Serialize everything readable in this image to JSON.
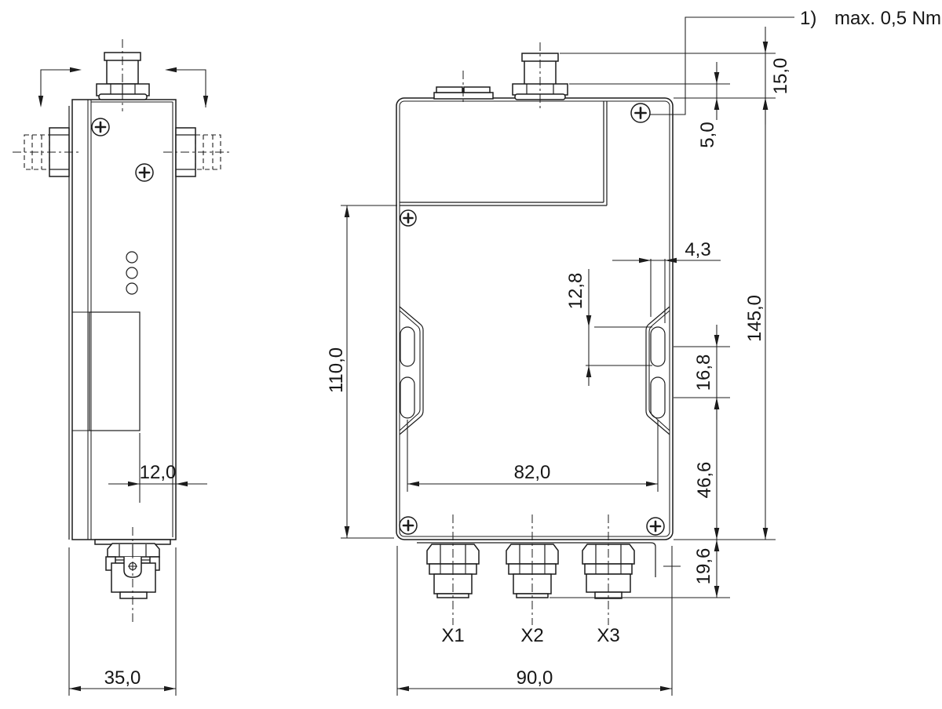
{
  "note": {
    "ref": "1)",
    "torque": "max. 0,5 Nm"
  },
  "connector_labels": {
    "x1": "X1",
    "x2": "X2",
    "x3": "X3"
  },
  "dimensions": {
    "d15_0": "15,0",
    "d5_0": "5,0",
    "d145_0": "145,0",
    "d4_3": "4,3",
    "d12_8": "12,8",
    "d16_8": "16,8",
    "d46_6": "46,6",
    "d19_6": "19,6",
    "d110_0": "110,0",
    "d82_0": "82,0",
    "d12_0": "12,0",
    "d90_0": "90,0",
    "d35_0": "35,0"
  }
}
